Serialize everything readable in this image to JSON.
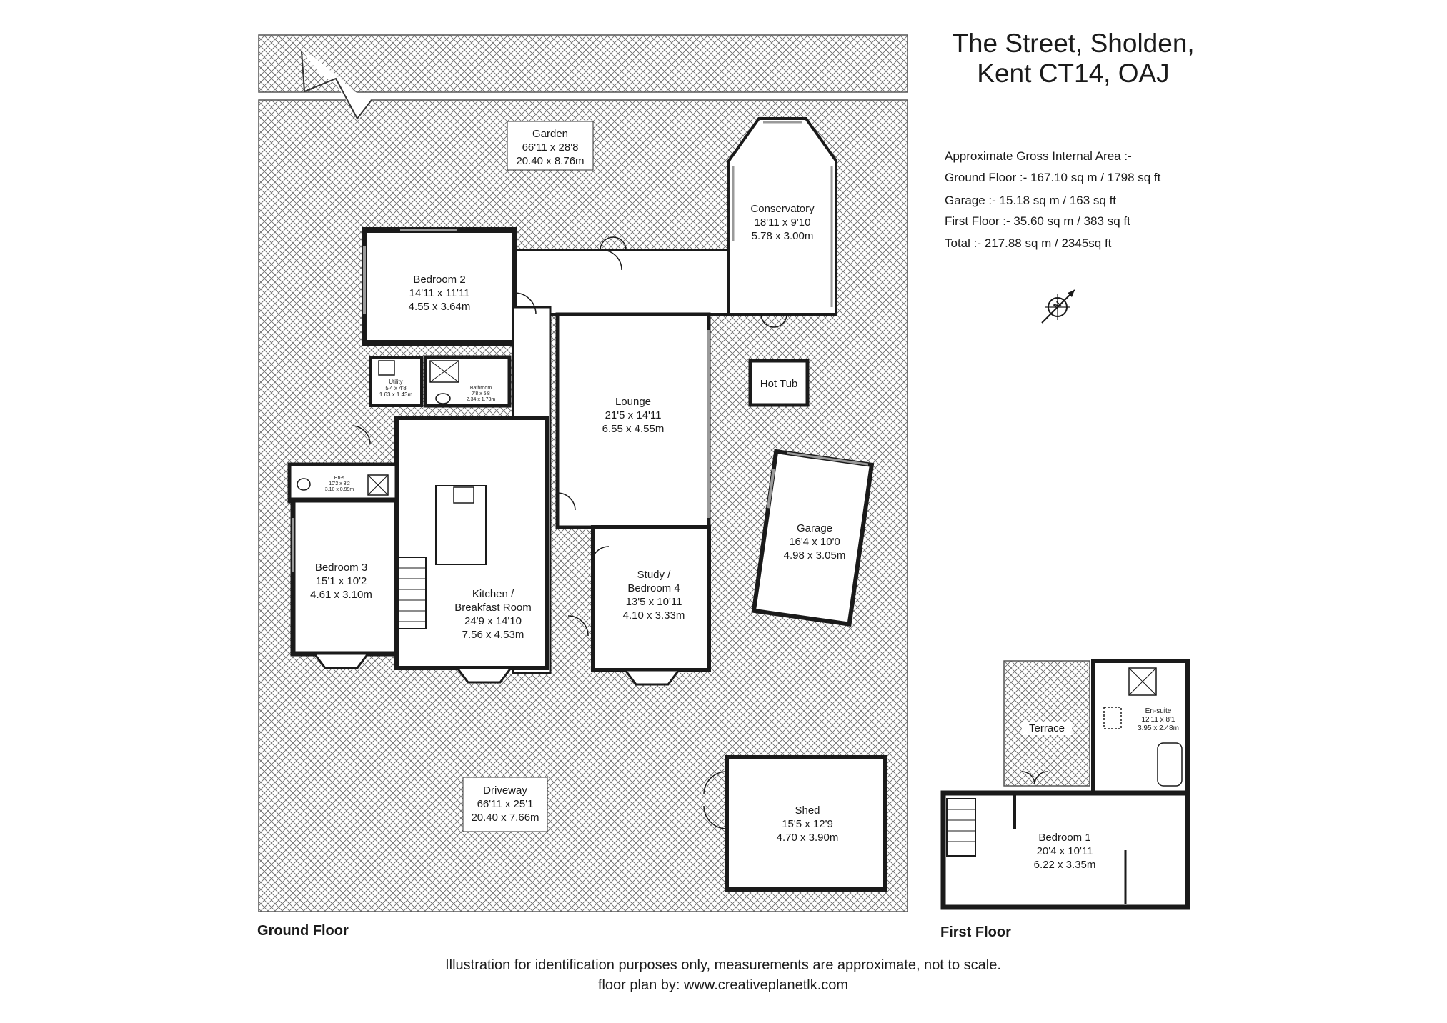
{
  "header": {
    "title_line1": "The Street, Sholden,",
    "title_line2": "Kent CT14, OAJ"
  },
  "areas": {
    "heading": "Approximate Gross Internal Area :-",
    "ground": "Ground Floor :- 167.10 sq m / 1798 sq ft",
    "garage": "Garage :- 15.18 sq m / 163 sq ft",
    "first": "First Floor :- 35.60 sq m / 383 sq ft",
    "total": "Total :- 217.88 sq m / 2345sq ft"
  },
  "compass": {
    "letter": "N"
  },
  "rooms": {
    "garden": {
      "name": "Garden",
      "imperial": "66'11 x 28'8",
      "metric": "20.40 x 8.76m"
    },
    "conservatory": {
      "name": "Conservatory",
      "imperial": "18'11 x 9'10",
      "metric": "5.78 x 3.00m"
    },
    "bedroom2": {
      "name": "Bedroom 2",
      "imperial": "14'11 x 11'11",
      "metric": "4.55 x 3.64m"
    },
    "lounge": {
      "name": "Lounge",
      "imperial": "21'5 x 14'11",
      "metric": "6.55 x 4.55m"
    },
    "hot_tub": {
      "name": "Hot Tub"
    },
    "utility": {
      "name": "Utility",
      "imperial": "5'4 x 4'8",
      "metric": "1.63 x 1.43m"
    },
    "bathroom": {
      "name": "Bathroom",
      "imperial": "7'8 x 5'8",
      "metric": "2.34 x 1.73m"
    },
    "ensuite_ground": {
      "name": "En-s",
      "imperial": "10'2 x 3'2",
      "metric": "3.10 x 0.99m"
    },
    "garage": {
      "name": "Garage",
      "imperial": "16'4 x 10'0",
      "metric": "4.98 x 3.05m"
    },
    "bedroom3": {
      "name": "Bedroom 3",
      "imperial": "15'1 x 10'2",
      "metric": "4.61 x 3.10m"
    },
    "kitchen": {
      "name1": "Kitchen /",
      "name2": "Breakfast Room",
      "imperial": "24'9 x 14'10",
      "metric": "7.56 x 4.53m"
    },
    "study": {
      "name1": "Study /",
      "name2": "Bedroom 4",
      "imperial": "13'5 x 10'11",
      "metric": "4.10 x 3.33m"
    },
    "driveway": {
      "name": "Driveway",
      "imperial": "66'11 x 25'1",
      "metric": "20.40 x 7.66m"
    },
    "shed": {
      "name": "Shed",
      "imperial": "15'5 x 12'9",
      "metric": "4.70 x 3.90m"
    },
    "terrace": {
      "name": "Terrace"
    },
    "ensuite_first": {
      "name": "En-suite",
      "imperial": "12'11 x 8'1",
      "metric": "3.95 x 2.48m"
    },
    "bedroom1": {
      "name": "Bedroom 1",
      "imperial": "20'4 x 10'11",
      "metric": "6.22 x 3.35m"
    }
  },
  "floors": {
    "ground_label": "Ground Floor",
    "first_label": "First Floor"
  },
  "footer": {
    "line1": "Illustration for identification purposes only, measurements are approximate, not to scale.",
    "line2": "floor plan by: www.creativeplanetlk.com"
  },
  "colors": {
    "wall": "#1a1a1a",
    "hatch": "#6b6b6b",
    "window": "#9a9a9a",
    "background": "#ffffff"
  }
}
